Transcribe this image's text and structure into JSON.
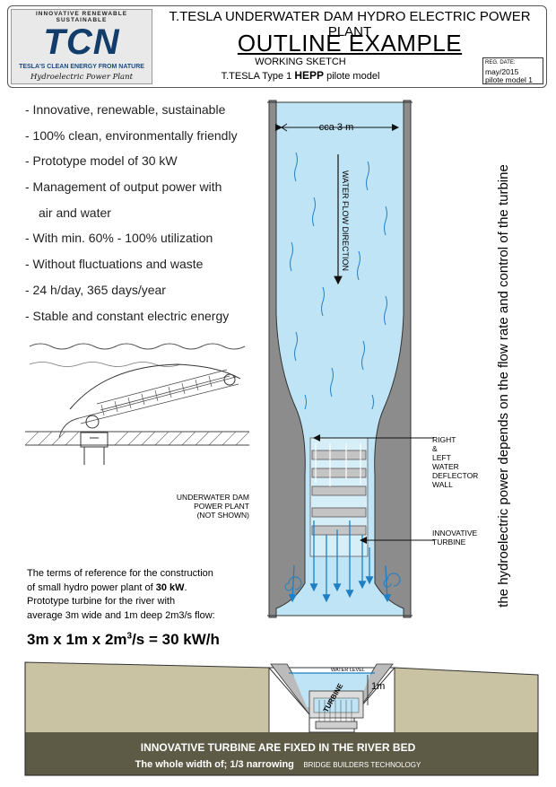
{
  "header": {
    "logo_top": "INNOVATIVE RENEWABLE SUSTAINABLE",
    "logo_main": "TCN",
    "logo_sub1": "TESLA'S CLEAN ENERGY FROM NATURE",
    "logo_sub2": "Hydroelectric Power Plant",
    "title": "T.TESLA UNDERWATER DAM HYDRO ELECTRIC POWER PLANT",
    "outline": "OUTLINE EXAMPLE",
    "sketch": "WORKING SKETCH",
    "type_prefix": "T.TESLA Type 1",
    "type_bold": "HEPP",
    "type_suffix": "pilote model",
    "reg_label": "REG. DATE:",
    "reg_date": "may/2015",
    "reg_model": "pilote model 1"
  },
  "bullets": [
    "- Innovative, renewable, sustainable",
    "- 100% clean, environmentally friendly",
    "- Prototype model of 30 kW",
    "- Management of output power with",
    "   air and water",
    "- With min. 60% - 100% utilization",
    "- Without fluctuations and waste",
    "- 24 h/day, 365 days/year",
    "- Stable and constant electric energy"
  ],
  "terms": {
    "line1": "The terms of reference for the construction",
    "line2_prefix": "of small hydro power plant of",
    "line2_bold": "30 kW",
    "line2_suffix": ".",
    "line3": "Prototype turbine for the river with",
    "line4": "average 3m wide and 1m deep 2m3/s flow:"
  },
  "formula": {
    "left": "3m x 1m x 2m",
    "sup": "3",
    "right": "/s = 30 kW/h"
  },
  "channel": {
    "width_label": "cca 3 m",
    "flow_label": "WATER FLOW DIRECTION",
    "deflector_label": [
      "RIGHT",
      "&",
      "LEFT",
      "WATER",
      "DEFLECTOR",
      "WALL"
    ],
    "turbine_label": [
      "INNOVATIVE",
      "TURBINE"
    ],
    "dam_label": [
      "UNDERWATER DAM",
      "POWER PLANT",
      "(NOT SHOWN)"
    ]
  },
  "vertical_text": "the hydroelectric power depends on the flow rate and control of the turbine",
  "section": {
    "water_level": "WATER LEVEL",
    "depth": "1m",
    "turbine_text": "TURBINE",
    "caption1": "INNOVATIVE TURBINE ARE FIXED IN THE RIVER BED",
    "caption2": "The whole width of; 1/3 narrowing",
    "caption3": "BRIDGE BUILDERS TECHNOLOGY"
  }
}
